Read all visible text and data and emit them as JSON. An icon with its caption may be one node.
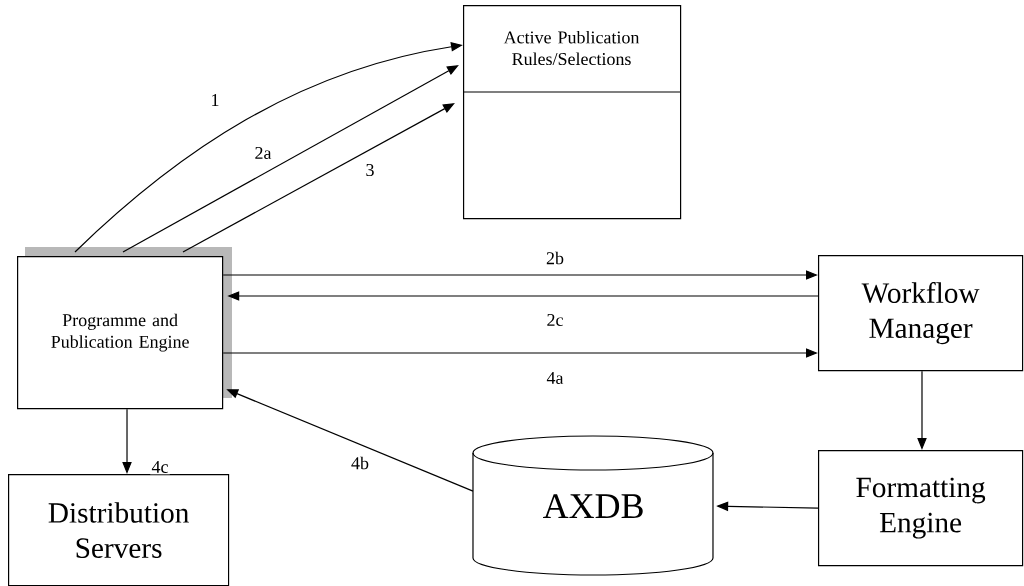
{
  "diagram": {
    "nodes": [
      {
        "text": [
          "Active Publication Rules/Selections"
        ]
      },
      {
        "text": [
          "Programme and Publication Engine"
        ]
      },
      {
        "text": [
          "Workflow Manager"
        ]
      },
      {
        "text": [
          "Formatting Engine"
        ]
      },
      {
        "text": [
          "AXDB"
        ]
      },
      {
        "text": [
          "Distribution Servers"
        ]
      }
    ],
    "edges": [
      {
        "from": 1,
        "to": 0,
        "arrow": "to",
        "label": "1"
      },
      {
        "from": 1,
        "to": 0,
        "arrow": "to",
        "label": "2a"
      },
      {
        "from": 1,
        "to": 0,
        "arrow": "to",
        "label": "3"
      },
      {
        "from": 1,
        "to": 2,
        "arrow": "to",
        "label": "2b"
      },
      {
        "from": 2,
        "to": 1,
        "arrow": "to",
        "label": "2c"
      },
      {
        "from": 1,
        "to": 2,
        "arrow": "to",
        "label": "4a"
      },
      {
        "from": 4,
        "to": 1,
        "arrow": "to",
        "label": "4b"
      },
      {
        "from": 1,
        "to": 5,
        "arrow": "to",
        "label": "4c"
      },
      {
        "from": 2,
        "to": 3,
        "arrow": "to"
      },
      {
        "from": 3,
        "to": 4,
        "arrow": "to"
      }
    ]
  }
}
